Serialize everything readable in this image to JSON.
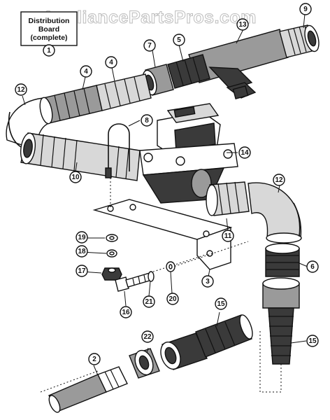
{
  "watermark": "AppliancePartsPros.com",
  "title_box": {
    "line1": "Distribution",
    "line2": "Board",
    "line3": "(complete)"
  },
  "callouts": [
    "1",
    "2",
    "3",
    "4",
    "4",
    "5",
    "6",
    "7",
    "8",
    "9",
    "10",
    "11",
    "12",
    "12",
    "13",
    "14",
    "15",
    "15",
    "16",
    "17",
    "18",
    "19",
    "20",
    "21",
    "22"
  ]
}
